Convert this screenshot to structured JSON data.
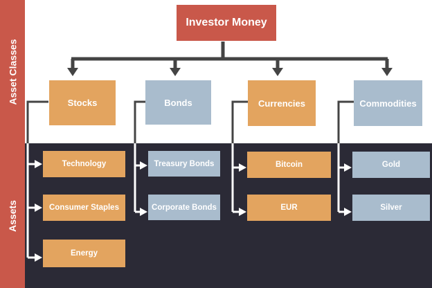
{
  "side_labels": {
    "top": "Asset Classes",
    "bottom": "Assets"
  },
  "root": {
    "label": "Investor Money"
  },
  "categories": [
    {
      "label": "Stocks",
      "assets": [
        "Technology",
        "Consumer Staples",
        "Energy"
      ]
    },
    {
      "label": "Bonds",
      "assets": [
        "Treasury Bonds",
        "Corporate Bonds"
      ]
    },
    {
      "label": "Currencies",
      "assets": [
        "Bitcoin",
        "EUR"
      ]
    },
    {
      "label": "Commodities",
      "assets": [
        "Gold",
        "Silver"
      ]
    }
  ],
  "colors": {
    "accent_red": "#c9584a",
    "orange": "#e3a45f",
    "blue": "#a9bccd",
    "dark_band": "#2b2a36",
    "connector": "#444444",
    "white": "#ffffff"
  }
}
